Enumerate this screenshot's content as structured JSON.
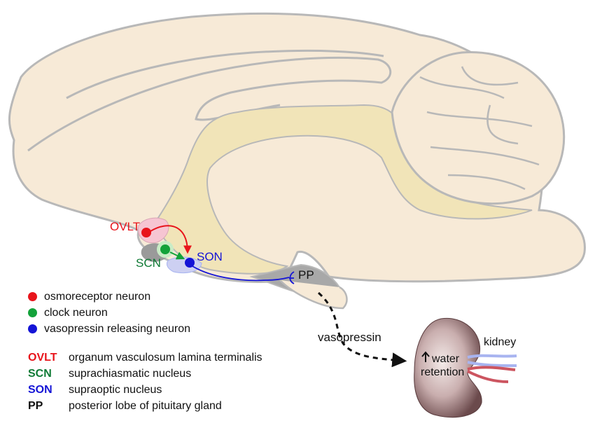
{
  "labels": {
    "ovlt": "OVLT",
    "scn": "SCN",
    "son": "SON",
    "pp": "PP",
    "vasopressin": "vasopressin",
    "kidney": "kidney",
    "water": "water",
    "retention": "retention"
  },
  "legend": [
    {
      "label": "osmoreceptor neuron",
      "color": "#e8141b"
    },
    {
      "label": "clock neuron",
      "color": "#13a23a"
    },
    {
      "label": "vasopressin releasing neuron",
      "color": "#1414d6"
    }
  ],
  "abbreviations": [
    {
      "key": "OVLT",
      "text": "organum vasculosum lamina terminalis",
      "color": "#e8141b"
    },
    {
      "key": "SCN",
      "text": "suprachiasmatic nucleus",
      "color": "#0f7a35"
    },
    {
      "key": "SON",
      "text": "supraoptic nucleus",
      "color": "#1414d6"
    },
    {
      "key": "PP",
      "text": "posterior lobe of pituitary gland",
      "color": "#111111"
    }
  ],
  "colors": {
    "brain_fill": "#f7ead7",
    "brain_outline": "#b8b8b8",
    "ventricle": "#f1e4b8",
    "pituitary": "#a8a8a8",
    "ovlt_region": "#f6c5d2",
    "scn_region": "#9a9a9a",
    "son_region": "#cdd0f2",
    "kidney_dark": "#6b4a4c",
    "kidney_light": "#f4ebe9",
    "vessel_red": "#cc5560",
    "vessel_blue": "#a8b4f0"
  }
}
